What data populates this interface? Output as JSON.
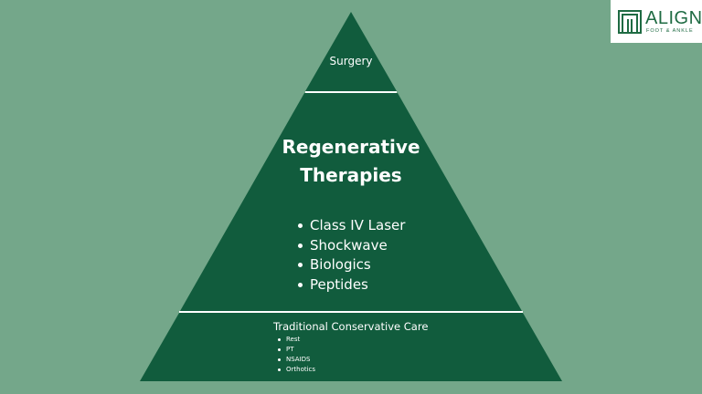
{
  "pyramid": {
    "top": {
      "label": "Surgery"
    },
    "middle": {
      "title_line1": "Regenerative",
      "title_line2": "Therapies",
      "items": [
        "Class IV Laser",
        "Shockwave",
        "Biologics",
        "Peptides"
      ]
    },
    "base": {
      "title": "Traditional Conservative Care",
      "items": [
        "Rest",
        "PT",
        "NSAIDS",
        "Orthotics"
      ]
    }
  },
  "logo": {
    "name": "ALIGN",
    "tagline": "FOOT & ANKLE",
    "icon": "align-logo-icon"
  },
  "colors": {
    "background": "#74a78a",
    "pyramid": "#115c3d",
    "divider": "#ffffff",
    "brand": "#1f6b43"
  }
}
